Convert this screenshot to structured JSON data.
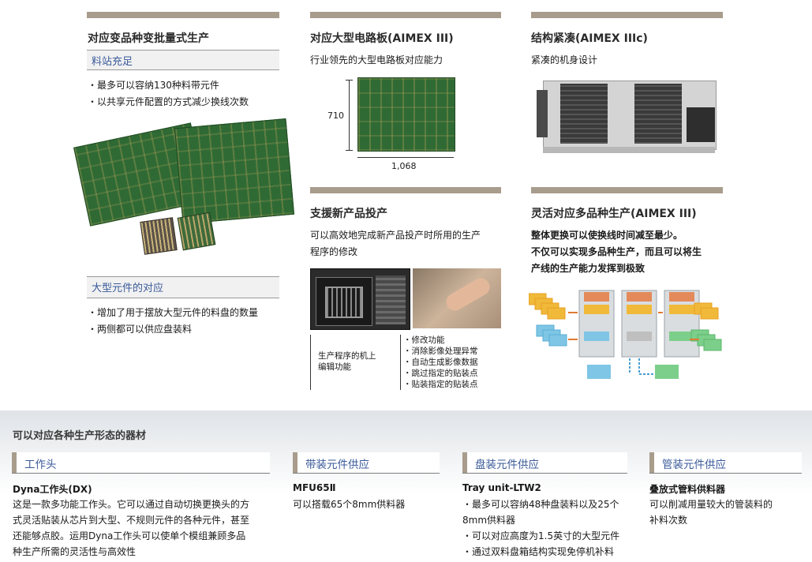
{
  "col1": {
    "title": "对应变品种变批量式生产",
    "sub1": "料站充足",
    "bullets1": [
      "・最多可以容纳130种料带元件",
      "・以共享元件配置的方式减少换线次数"
    ],
    "sub2": "大型元件的对应",
    "bullets2": [
      "・增加了用于摆放大型元件的料盘的数量",
      "・两侧都可以供应盘装料"
    ]
  },
  "col2": {
    "title": "对应大型电路板(AIMEX III)",
    "desc": "行业领先的大型电路板对应能力",
    "dim_h": "710",
    "dim_w": "1,068",
    "title2": "支援新产品投产",
    "desc2": [
      "可以高效地完成新产品投产时所用的生产",
      "程序的修改"
    ],
    "edit_label": [
      "生产程序的机上",
      "编辑功能"
    ],
    "edit_items": [
      "・修改功能",
      "・消除影像处理异常",
      "・自动生成影像数据",
      "・跳过指定的贴装点",
      "・贴装指定的贴装点"
    ]
  },
  "col3": {
    "title": "结构紧凑(AIMEX IIIc)",
    "desc": "紧凑的机身设计",
    "title2": "灵活对应多品种生产(AIMEX III)",
    "desc2": [
      "整体更换可以使换线时间减至最少。",
      "不仅可以实现多品种生产，而且可以将生",
      "产线的生产能力发挥到极致"
    ]
  },
  "band": {
    "title": "可以对应各种生产形态的器材",
    "categories": [
      {
        "label": "工作头",
        "product": "Dyna工作头(DX)",
        "lines": [
          "这是一款多功能工作头。它可以通过自动切换更换头的方",
          "式灵活贴装从芯片到大型、不规则元件的各种元件，甚至",
          "还能够点胶。运用Dyna工作头可以使单个模组兼顾多品",
          "种生产所需的灵活性与高效性"
        ]
      },
      {
        "label": "带装元件供应",
        "product": "MFU65Ⅱ",
        "lines": [
          "可以搭载65个8mm供料器"
        ]
      },
      {
        "label": "盘装元件供应",
        "product": "Tray unit-LTW2",
        "lines": [
          "・最多可以容纳48种盘装料以及25个",
          "8mm供料器",
          "・可以对应高度为1.5英寸的大型元件",
          "・通过双料盘箱结构实现免停机补料"
        ]
      },
      {
        "label": "管装元件供应",
        "product": "叠放式管料供料器",
        "lines": [
          "可以削减用量较大的管装料的",
          "补料次数"
        ]
      }
    ]
  },
  "colors": {
    "accent_bar": "#a89c8c",
    "subtitle_blue": "#3a5a9a",
    "pcb_green": "#2f6a34"
  },
  "icons": [
    "pcb-board-image",
    "machine-image",
    "gui-screen-image",
    "hand-touch-image",
    "production-flow-diagram"
  ]
}
